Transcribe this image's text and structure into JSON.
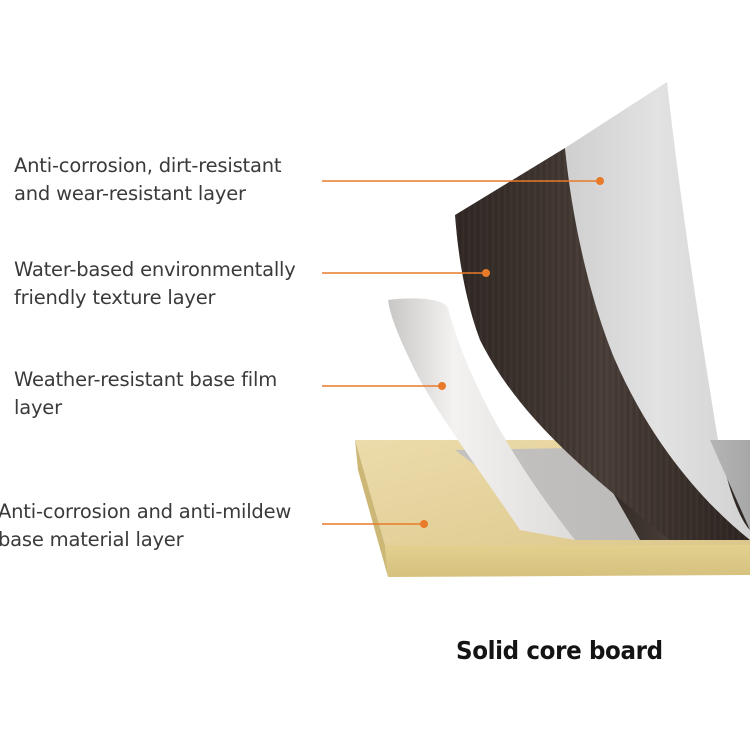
{
  "layers": [
    {
      "id": "wear-layer",
      "lines": [
        "Anti-corrosion, dirt-resistant",
        "and wear-resistant layer"
      ],
      "layer_color": "#d4d4d4"
    },
    {
      "id": "texture-layer",
      "lines": [
        "Water-based environmentally",
        "friendly texture layer"
      ],
      "layer_color": "#3b322d"
    },
    {
      "id": "base-film-layer",
      "lines": [
        "Weather-resistant base film",
        "layer"
      ],
      "layer_color": "#e6e4e2"
    },
    {
      "id": "base-material-layer",
      "lines": [
        "Anti-corrosion and anti-mildew",
        "base material layer"
      ],
      "layer_color": "#e6d49a"
    }
  ],
  "caption": "Solid core board",
  "colors": {
    "leader_line": "#e87a2a",
    "text": "#3a3a3a",
    "caption": "#141414"
  }
}
